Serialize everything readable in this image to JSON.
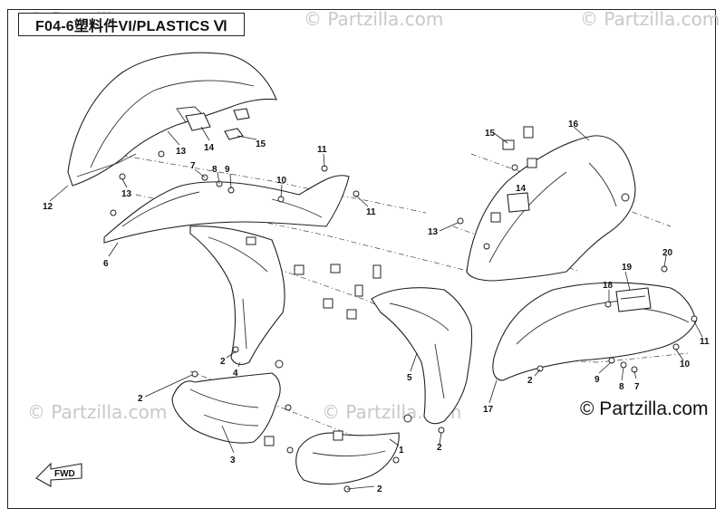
{
  "title": "F04-6塑料件VI/PLASTICS Ⅵ",
  "watermark": "© Partzilla.com",
  "copyright": "© Partzilla.com",
  "fwd_label": "FWD",
  "callouts": {
    "c12": "12",
    "c13a": "13",
    "c14a": "14",
    "c15a": "15",
    "c13b": "13",
    "c7a": "7",
    "c8a": "8",
    "c9a": "9",
    "c10a": "10",
    "c11a": "11",
    "c11b": "11",
    "c6": "6",
    "c2a": "2",
    "c4": "4",
    "c2b": "2",
    "c3": "3",
    "c5": "5",
    "c1": "1",
    "c2c": "2",
    "c2d": "2",
    "c15b": "15",
    "c16": "16",
    "c14b": "14",
    "c13c": "13",
    "c19": "19",
    "c20": "20",
    "c18": "18",
    "c11c": "11",
    "c10b": "10",
    "c9b": "9",
    "c8b": "8",
    "c7b": "7",
    "c2e": "2",
    "c17": "17"
  },
  "colors": {
    "line": "#222222",
    "watermark": "#c8c8c8",
    "background": "#ffffff"
  }
}
